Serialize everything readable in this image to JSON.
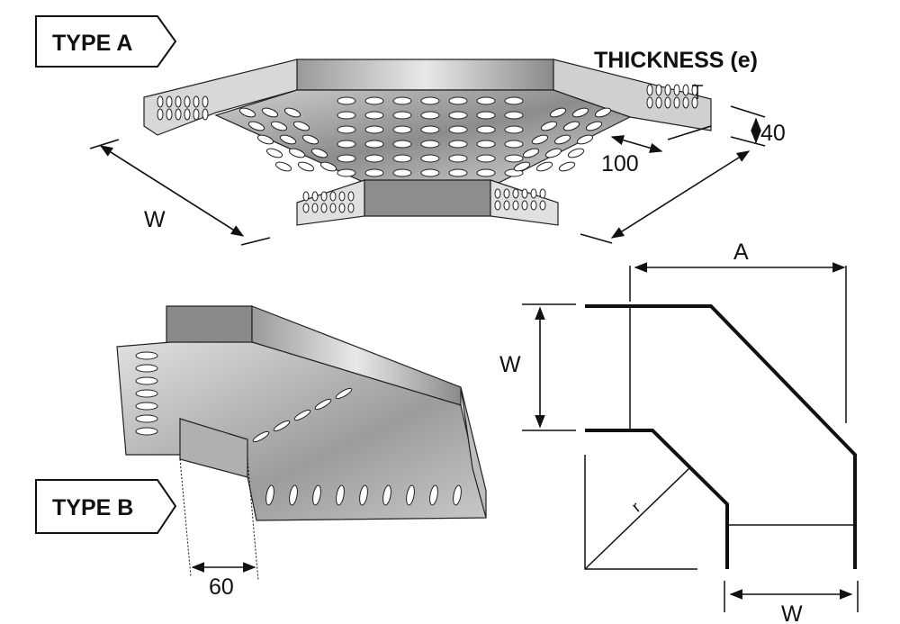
{
  "type_a": {
    "title": "TYPE A",
    "thickness_label": "THICKNESS (e)",
    "height_label": "40",
    "flange_label": "100",
    "width_label": "W"
  },
  "type_b": {
    "title": "TYPE B",
    "offset_label": "60"
  },
  "plan_view": {
    "a_label": "A",
    "width_label_left": "W",
    "width_label_bottom": "W",
    "radius_label": "r"
  }
}
